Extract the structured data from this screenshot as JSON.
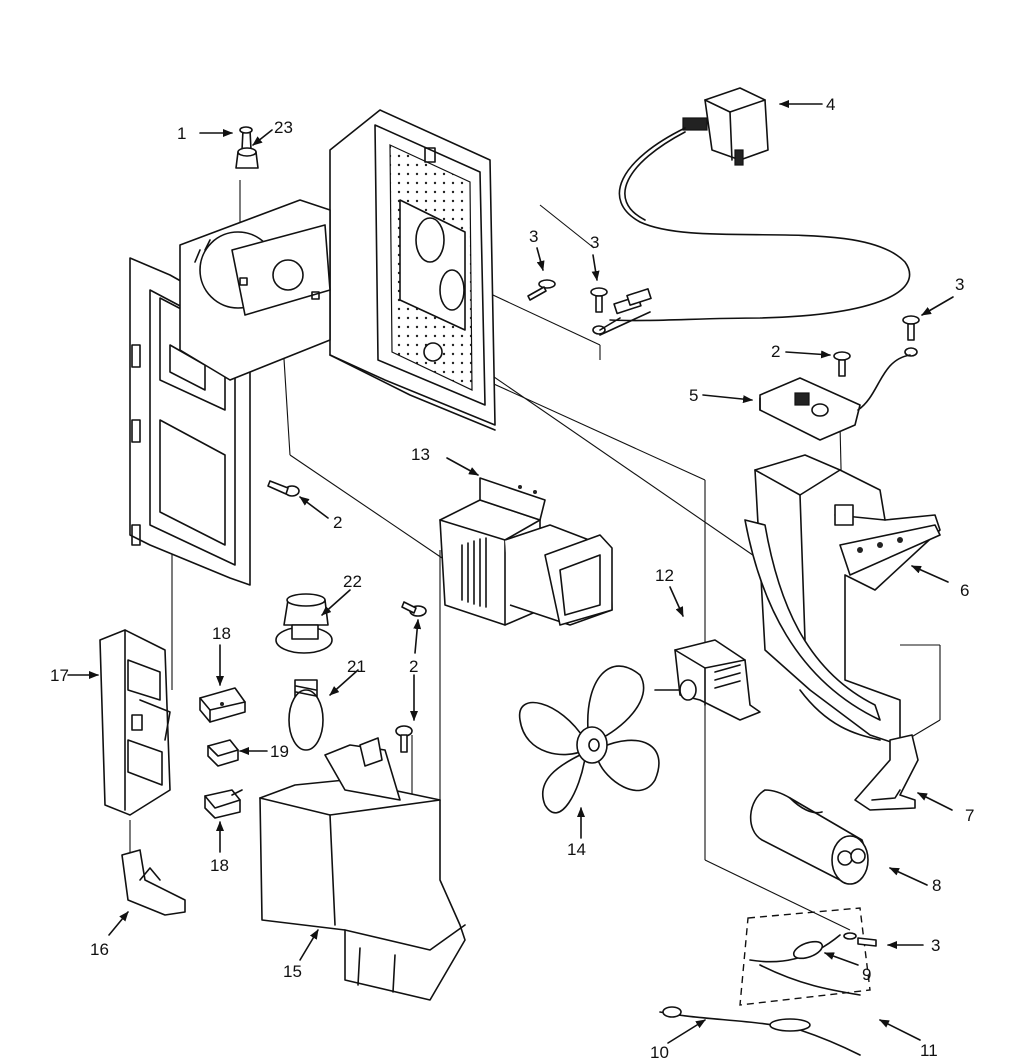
{
  "callouts": [
    {
      "id": "c1",
      "text": "1"
    },
    {
      "id": "c23",
      "text": "23"
    },
    {
      "id": "c4",
      "text": "4"
    },
    {
      "id": "c3a",
      "text": "3"
    },
    {
      "id": "c3b",
      "text": "3"
    },
    {
      "id": "c3c",
      "text": "3"
    },
    {
      "id": "c2a",
      "text": "2"
    },
    {
      "id": "c5",
      "text": "5"
    },
    {
      "id": "c13",
      "text": "13"
    },
    {
      "id": "c2b",
      "text": "2"
    },
    {
      "id": "c6",
      "text": "6"
    },
    {
      "id": "c22",
      "text": "22"
    },
    {
      "id": "c18a",
      "text": "18"
    },
    {
      "id": "c2c",
      "text": "2"
    },
    {
      "id": "c12",
      "text": "12"
    },
    {
      "id": "c17",
      "text": "17"
    },
    {
      "id": "c21",
      "text": "21"
    },
    {
      "id": "c19",
      "text": "19"
    },
    {
      "id": "c7",
      "text": "7"
    },
    {
      "id": "c18b",
      "text": "18"
    },
    {
      "id": "c14",
      "text": "14"
    },
    {
      "id": "c8",
      "text": "8"
    },
    {
      "id": "c16",
      "text": "16"
    },
    {
      "id": "c15",
      "text": "15"
    },
    {
      "id": "c3d",
      "text": "3"
    },
    {
      "id": "c9",
      "text": "9"
    },
    {
      "id": "c10",
      "text": "10"
    },
    {
      "id": "c11",
      "text": "11"
    }
  ]
}
